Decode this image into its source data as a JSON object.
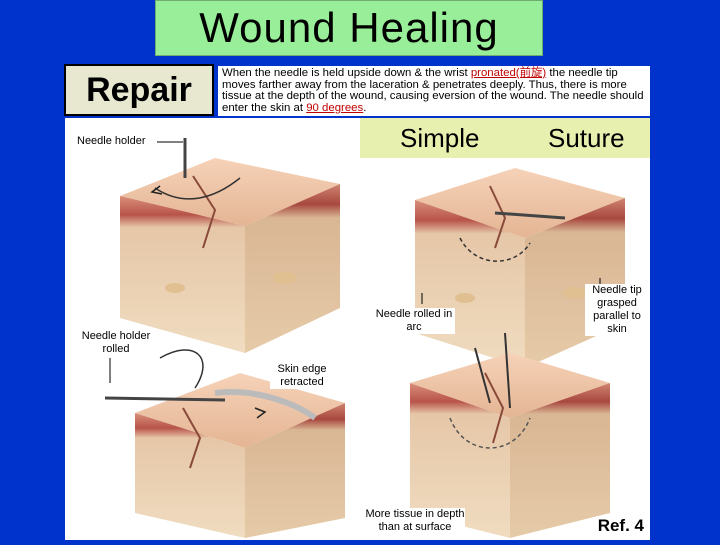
{
  "title": "Wound  Healing",
  "section": "Repair",
  "description": {
    "part1": "When the needle is held upside down & the wrist ",
    "pronated": "pronated(前旋)",
    "part2": " the needle tip moves farther away from the laceration & penetrates deeply. Thus, there is more tissue at the depth of the wound, causing eversion of the wound. The needle should enter the skin at ",
    "angle": "90 degrees",
    "part3": "."
  },
  "header": {
    "word1": "Simple",
    "word2": "Suture"
  },
  "captions": {
    "needle_holder": "Needle holder",
    "needle_holder_rolled": "Needle holder rolled",
    "needle_rolled": "Needle rolled in arc",
    "needle_tip": "Needle tip grasped parallel to skin",
    "skin_edge": "Skin edge retracted",
    "more_tissue": "More tissue in depth than at surface"
  },
  "ref": "Ref. 4"
}
